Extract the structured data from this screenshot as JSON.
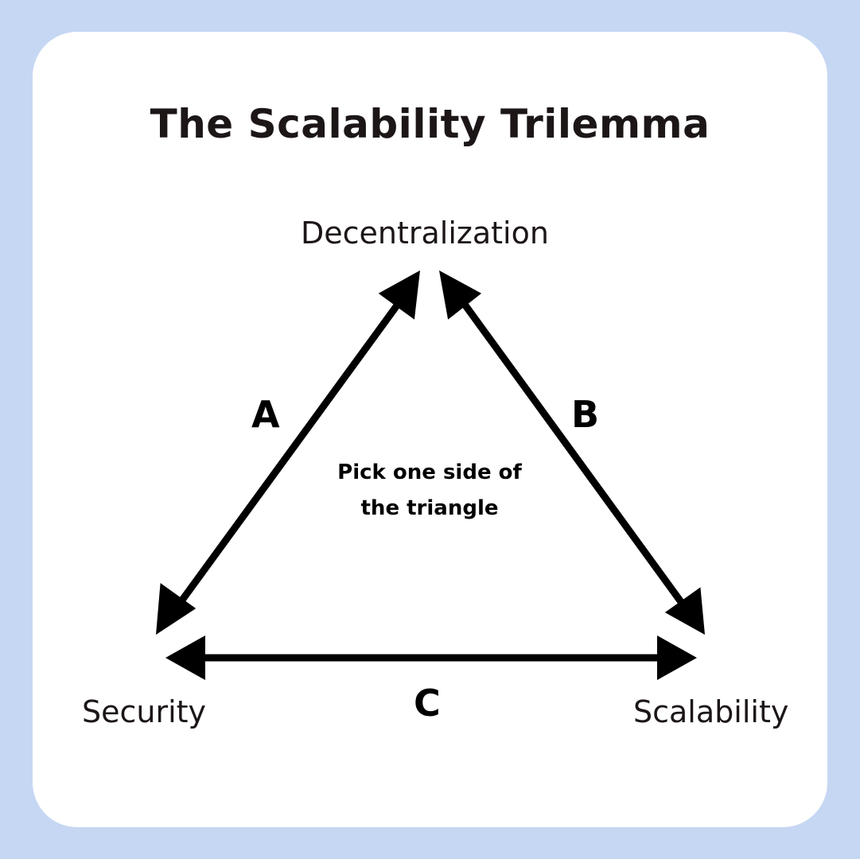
{
  "title": "The Scalability Trilemma",
  "vertices": {
    "top": "Decentralization",
    "left": "Security",
    "right": "Scalability"
  },
  "sides": {
    "a": "A",
    "b": "B",
    "c": "C"
  },
  "center_note": {
    "line1": "Pick one side of",
    "line2": "the triangle"
  },
  "colors": {
    "background": "#c6d7f3",
    "card": "#ffffff",
    "text": "#1c1617",
    "arrows": "#000000"
  }
}
